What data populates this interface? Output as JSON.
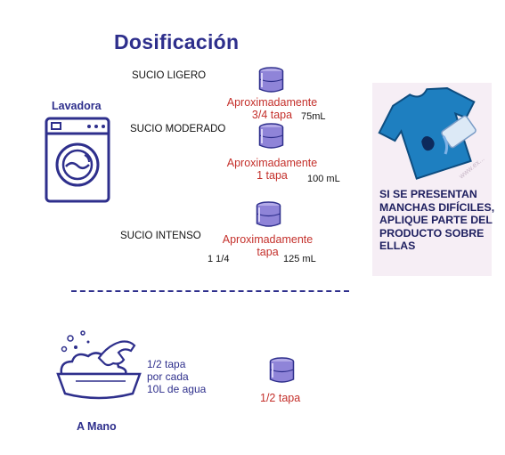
{
  "title": "Dosificación",
  "lavadora": {
    "label": "Lavadora",
    "levels": [
      {
        "name": "SUCIO LIGERO",
        "amount": "Aproximadamente\n3/4 tapa",
        "ml": "75mL"
      },
      {
        "name": "SUCIO MODERADO",
        "amount": "Aproximadamente\n1 tapa",
        "ml": "100 mL"
      },
      {
        "name": "SUCIO INTENSO",
        "amount": "Aproximadamente\ntapa",
        "fraction": "1 1/4",
        "ml": "125 mL"
      }
    ]
  },
  "tip": {
    "text": "SI SE PRESENTAN MANCHAS DIFÍCILES, APLIQUE PARTE DEL PRODUCTO SOBRE ELLAS",
    "watermark": "www.ex..."
  },
  "mano": {
    "label": "A Mano",
    "instructions": "1/2 tapa\npor cada\n10L de agua",
    "amount": "1/2 tapa"
  },
  "colors": {
    "navy": "#2e2f8c",
    "red": "#c4302b",
    "lavender": "#8f84d8",
    "tip_bg": "#f6eef5",
    "shirt_blue": "#1e7fc0"
  },
  "icons": [
    "washing-machine-icon",
    "detergent-cap-icon",
    "stained-shirt-icon",
    "hand-wash-basin-icon"
  ]
}
